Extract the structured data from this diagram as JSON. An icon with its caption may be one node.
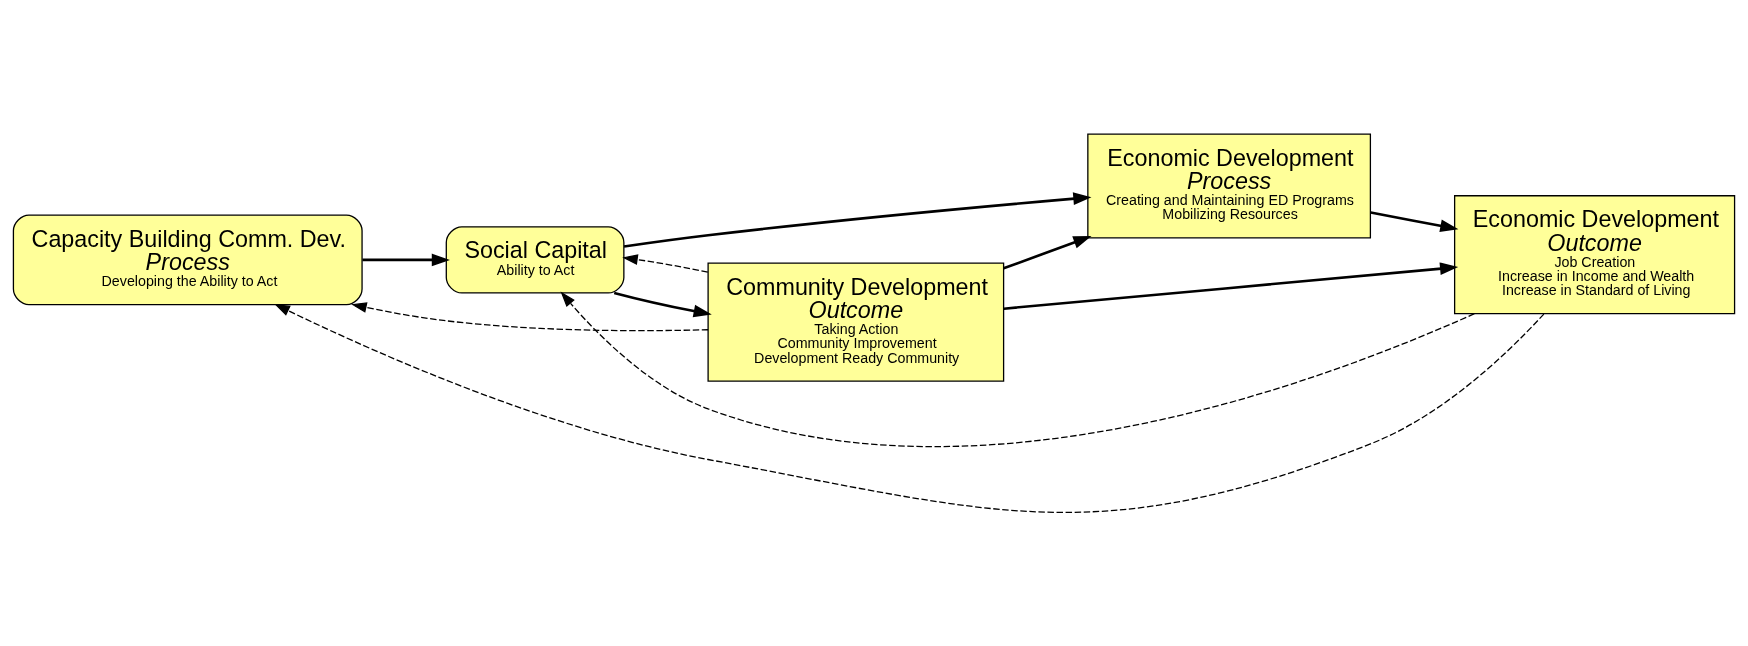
{
  "diagram": {
    "nodes": [
      {
        "text": [
          "Capacity Building Comm. Dev.",
          "Process",
          "Developing the Ability to Act"
        ]
      },
      {
        "text": [
          "Social Capital",
          "Ability to Act"
        ]
      },
      {
        "text": [
          "Community Development",
          "Outcome",
          "Taking Action",
          "Community Improvement",
          "Development Ready Community"
        ]
      },
      {
        "text": [
          "Economic Development",
          "Process",
          "Creating and Maintaining ED Programs",
          "Mobilizing Resources"
        ]
      },
      {
        "text": [
          "Economic Development",
          "Outcome",
          "Job Creation",
          "Increase in Income and Wealth",
          "Increase in Standard of Living"
        ]
      }
    ],
    "edges": [
      {
        "from": 0,
        "to": 1,
        "arrow": "to"
      },
      {
        "from": 1,
        "to": 2,
        "arrow": "to"
      },
      {
        "from": 1,
        "to": 3,
        "arrow": "to"
      },
      {
        "from": 2,
        "to": 3,
        "arrow": "to"
      },
      {
        "from": 2,
        "to": 4,
        "arrow": "to"
      },
      {
        "from": 3,
        "to": 4,
        "arrow": "to"
      },
      {
        "from": 2,
        "to": 0,
        "arrow": "to",
        "style": "dashed"
      },
      {
        "from": 2,
        "to": 1,
        "arrow": "to",
        "style": "dashed"
      },
      {
        "from": 4,
        "to": 0,
        "arrow": "to",
        "style": "dashed"
      },
      {
        "from": 4,
        "to": 1,
        "arrow": "to",
        "style": "dashed"
      }
    ]
  }
}
